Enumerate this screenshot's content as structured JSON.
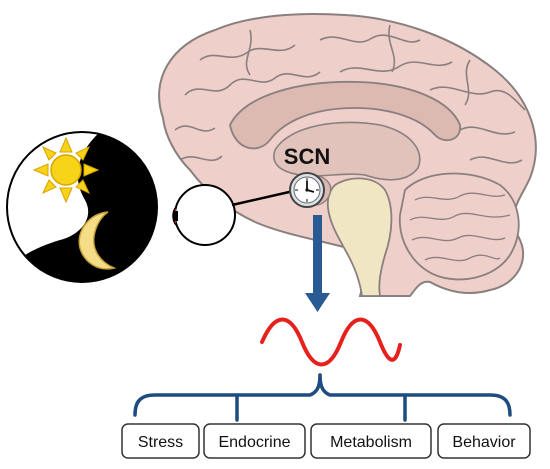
{
  "diagram": {
    "nucleus_label": "SCN",
    "outputs": [
      "Stress",
      "Endocrine",
      "Metabolism",
      "Behavior"
    ],
    "colors": {
      "brain_fill": "#efcfc9",
      "brain_outline": "#8a7f7f",
      "inner_fill": "#dcb9b1",
      "brainstem_fill": "#f0e6c4",
      "arrow": "#2a5a93",
      "bracket": "#1e4c80",
      "rhythm": "#e8201c",
      "sun": "#f7d417",
      "moon": "#f5dd87"
    },
    "icons": {
      "clock": "clock-icon",
      "sun": "sun-icon",
      "moon": "moon-icon",
      "eye": "eye-icon"
    }
  }
}
